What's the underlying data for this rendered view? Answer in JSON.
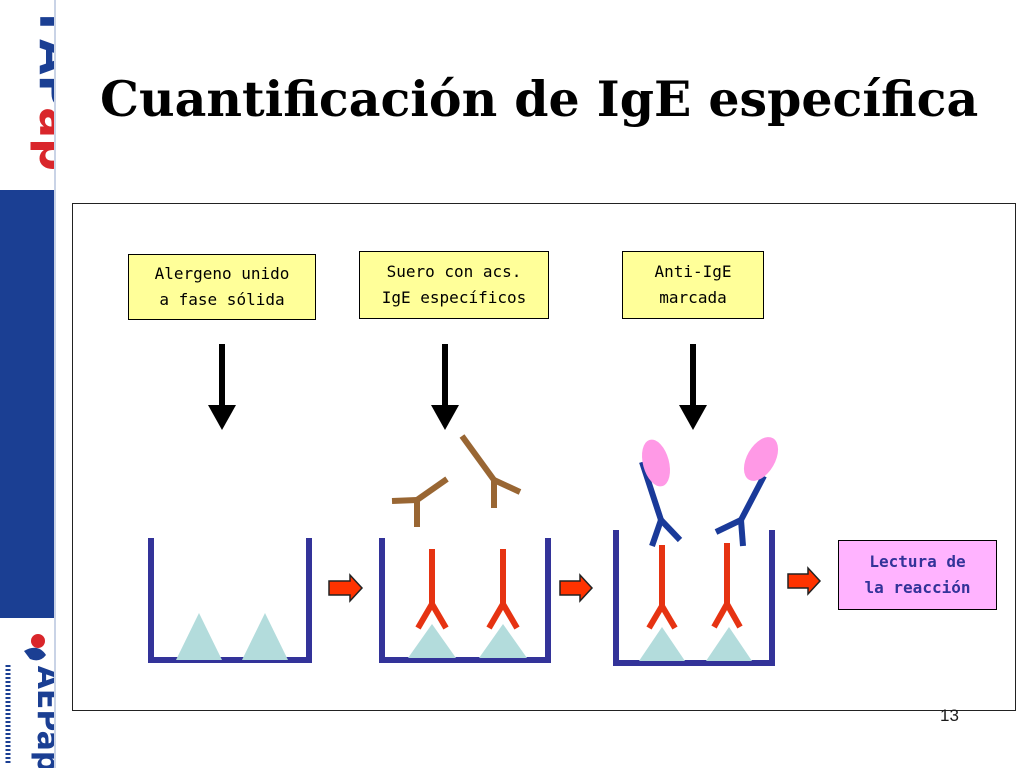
{
  "slide": {
    "title": "Cuantificación de IgE específica",
    "page_number": "13"
  },
  "logos": {
    "top": "FAPap",
    "bottom": "AEPap"
  },
  "steps": [
    {
      "label": "Alergeno unido\na fase sólida"
    },
    {
      "label": "Suero con acs.\nIgE específicos"
    },
    {
      "label": "Anti-IgE\nmarcada"
    }
  ],
  "result": {
    "label": "Lectura de\nla reacción"
  },
  "colors": {
    "sidebar": "#1b3f93",
    "label_fill": "#ffff99",
    "result_fill": "#ffb3ff",
    "result_text": "#333399",
    "well": "#333399",
    "allergen": "#b3dcdc",
    "specific_ige": "#e63312",
    "free_antibody": "#996633",
    "anti_ige": "#1a3a99",
    "marker": "#ff99e6",
    "arrow_fill": "#ff3300"
  }
}
